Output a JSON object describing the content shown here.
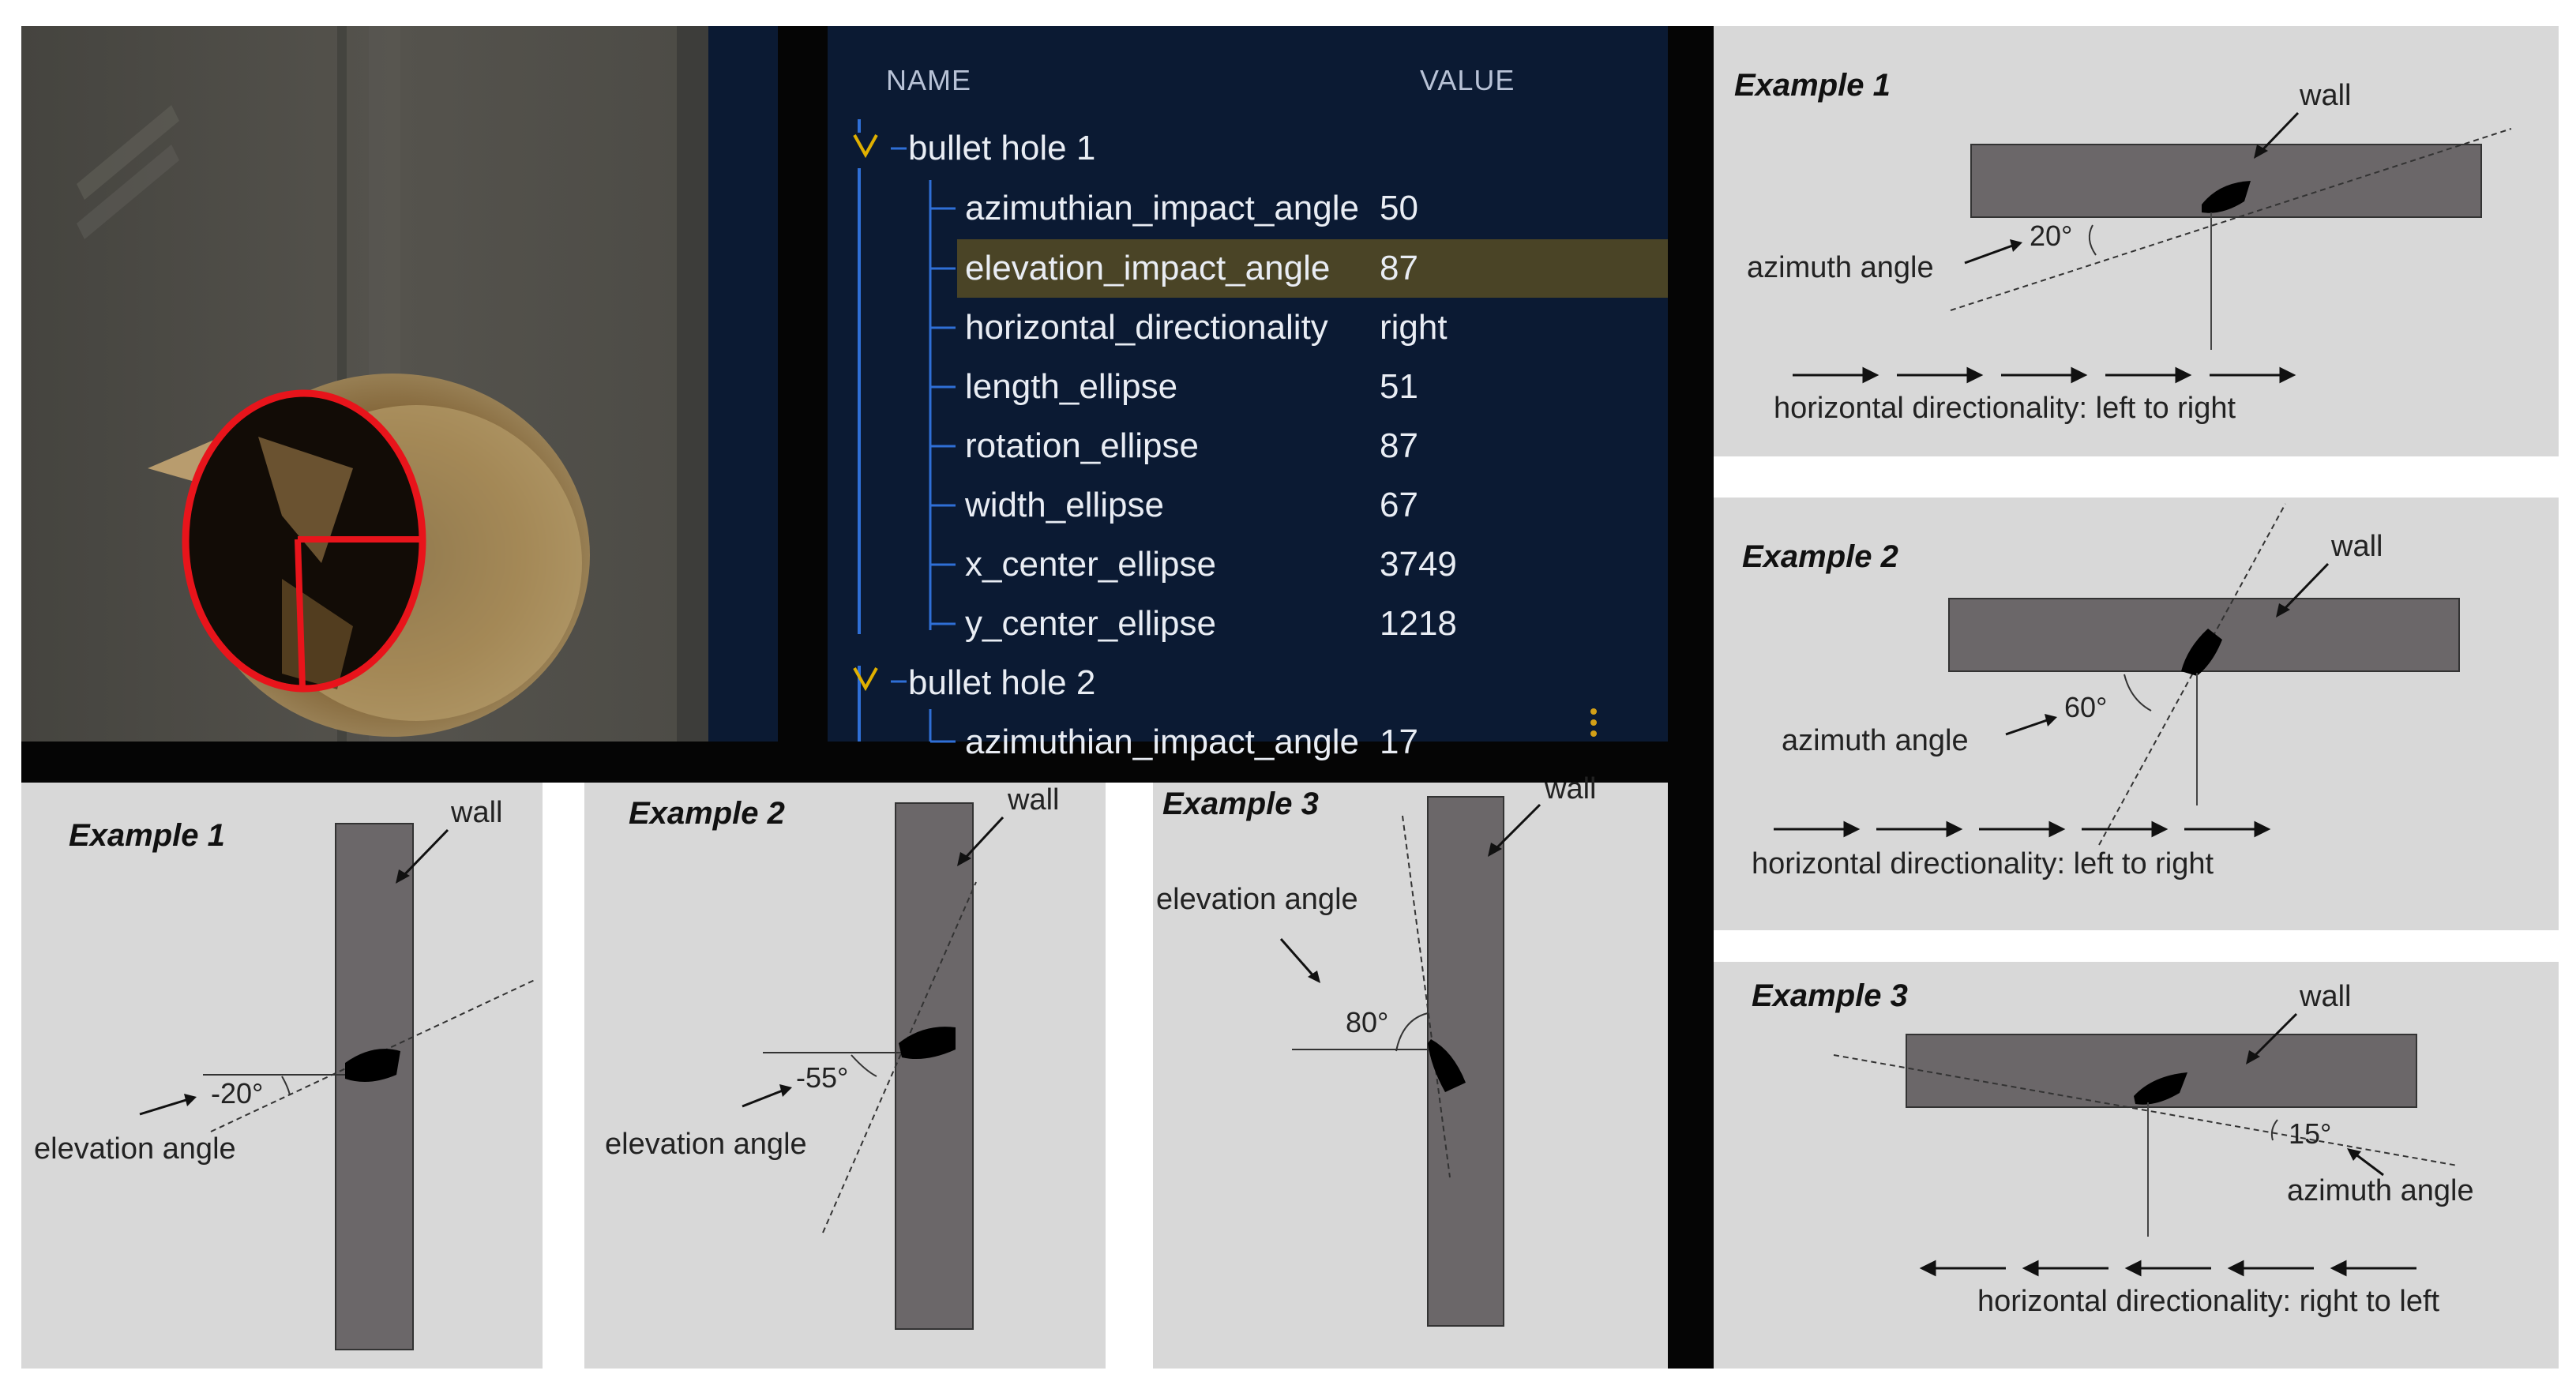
{
  "tree": {
    "headers": {
      "name": "NAME",
      "value": "VALUE"
    },
    "groups": [
      {
        "label": "bullet hole 1",
        "items": [
          {
            "name": "azimuthian_impact_angle",
            "value": "50"
          },
          {
            "name": "elevation_impact_angle",
            "value": "87"
          },
          {
            "name": "horizontal_directionality",
            "value": "right"
          },
          {
            "name": "length_ellipse",
            "value": "51"
          },
          {
            "name": "rotation_ellipse",
            "value": "87"
          },
          {
            "name": "width_ellipse",
            "value": "67"
          },
          {
            "name": "x_center_ellipse",
            "value": "3749"
          },
          {
            "name": "y_center_ellipse",
            "value": "1218"
          }
        ]
      },
      {
        "label": "bullet hole 2",
        "items": [
          {
            "name": "azimuthian_impact_angle",
            "value": "17"
          }
        ]
      }
    ],
    "selected": "elevation_impact_angle"
  },
  "colors": {
    "tree_bg": "#0b1a33",
    "highlight": "#4a4426",
    "chevron": "#e0b000",
    "guide": "#2f6fd6",
    "ellipse": "#e8141b",
    "diagram_bg": "#d8d8d8",
    "wall": "#6b6769"
  },
  "elevation_examples": [
    {
      "title": "Example 1",
      "wall": "wall",
      "angle": "-20°",
      "label": "elevation angle"
    },
    {
      "title": "Example 2",
      "wall": "wall",
      "angle": "-55°",
      "label": "elevation angle"
    },
    {
      "title": "Example 3",
      "wall": "wall",
      "angle": "80°",
      "label": "elevation angle"
    }
  ],
  "azimuth_examples": [
    {
      "title": "Example 1",
      "wall": "wall",
      "angle": "20°",
      "label": "azimuth angle",
      "direction": "horizontal directionality: left to right"
    },
    {
      "title": "Example 2",
      "wall": "wall",
      "angle": "60°",
      "label": "azimuth angle",
      "direction": "horizontal directionality: left to right"
    },
    {
      "title": "Example 3",
      "wall": "wall",
      "angle": "15°",
      "label": "azimuth angle",
      "direction": "horizontal directionality: right to left"
    }
  ]
}
